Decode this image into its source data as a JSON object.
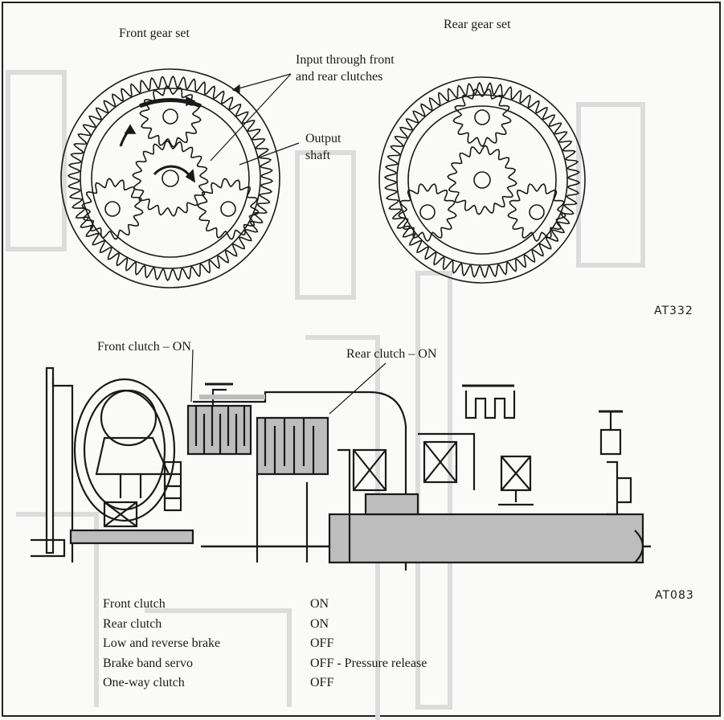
{
  "gear_sets": {
    "front_title": "Front gear set",
    "rear_title": "Rear gear set",
    "callout_input_1": "Input through front",
    "callout_input_2": "and rear clutches",
    "callout_output_1": "Output",
    "callout_output_2": "shaft",
    "figure_code": "AT332"
  },
  "powerflow": {
    "front_clutch_label": "Front clutch – ON",
    "rear_clutch_label": "Rear clutch – ON",
    "figure_code": "AT083"
  },
  "status_table": [
    {
      "name": "Front clutch",
      "state": "ON"
    },
    {
      "name": "Rear clutch",
      "state": "ON"
    },
    {
      "name": "Low and reverse brake",
      "state": "OFF"
    },
    {
      "name": "Brake band servo",
      "state": "OFF - Pressure release"
    },
    {
      "name": "One-way clutch",
      "state": "OFF"
    }
  ],
  "colors": {
    "ink": "#1a1a1a",
    "shade": "#bdbdbd",
    "paper": "#fafaf8",
    "ghost": "#d9d9d9"
  }
}
